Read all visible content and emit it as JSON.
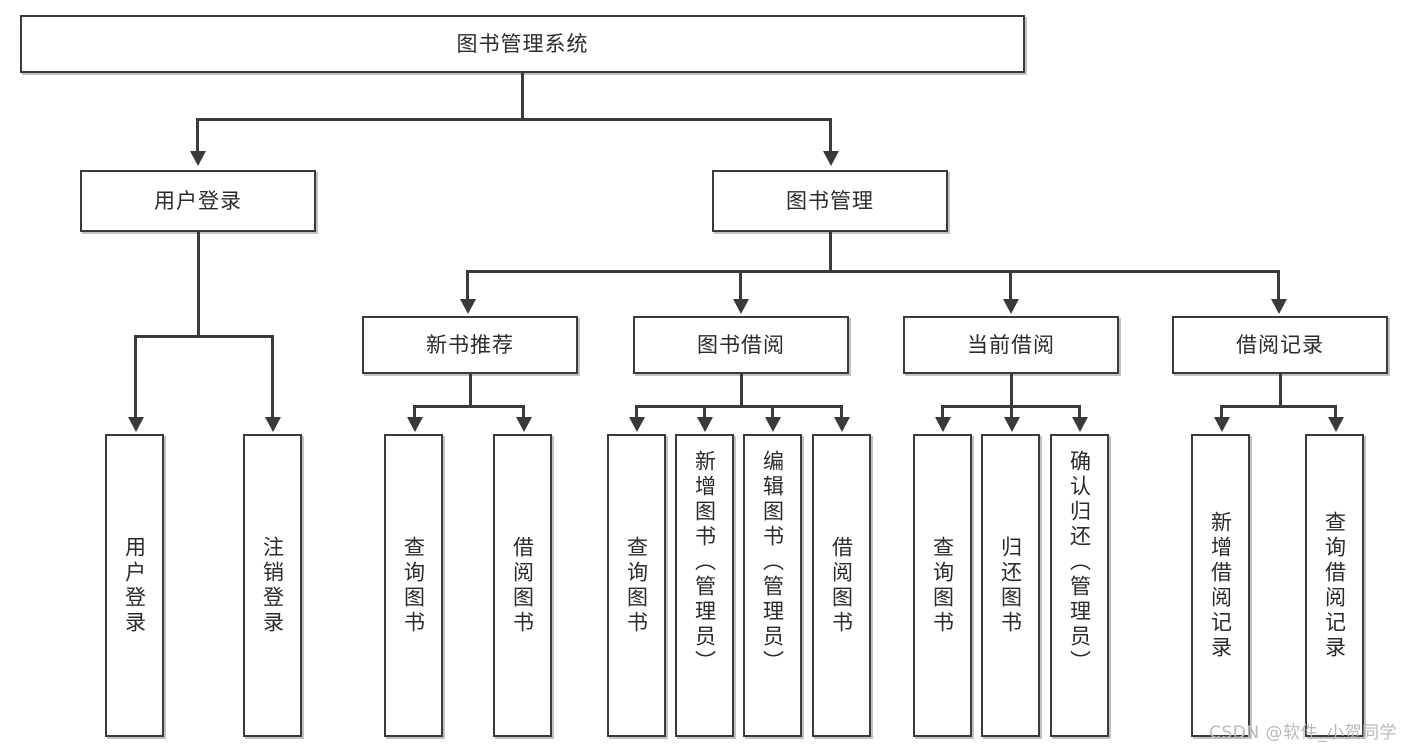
{
  "diagram": {
    "title": "图书管理系统",
    "root": {
      "label": "图书管理系统"
    },
    "level2": [
      {
        "label": "用户登录"
      },
      {
        "label": "图书管理"
      }
    ],
    "level3": [
      {
        "label": "新书推荐"
      },
      {
        "label": "图书借阅"
      },
      {
        "label": "当前借阅"
      },
      {
        "label": "借阅记录"
      }
    ],
    "leaves": {
      "user_login": [
        {
          "label": "用户登录"
        },
        {
          "label": "注销登录"
        }
      ],
      "new_book_recommend": [
        {
          "label": "查询图书"
        },
        {
          "label": "借阅图书"
        }
      ],
      "book_borrow": [
        {
          "label": "查询图书"
        },
        {
          "label": "新增图书（管理员）"
        },
        {
          "label": "编辑图书（管理员）"
        },
        {
          "label": "借阅图书"
        }
      ],
      "current_borrow": [
        {
          "label": "查询图书"
        },
        {
          "label": "归还图书"
        },
        {
          "label": "确认归还（管理员）"
        }
      ],
      "borrow_record": [
        {
          "label": "新增借阅记录"
        },
        {
          "label": "查询借阅记录"
        }
      ]
    }
  },
  "watermark": {
    "text": "CSDN @软件_小贺同学"
  },
  "colors": {
    "stroke": "#3a3a3a",
    "fill": "#ffffff",
    "text": "#2b2b2b",
    "watermark": "#b9b9b9"
  }
}
